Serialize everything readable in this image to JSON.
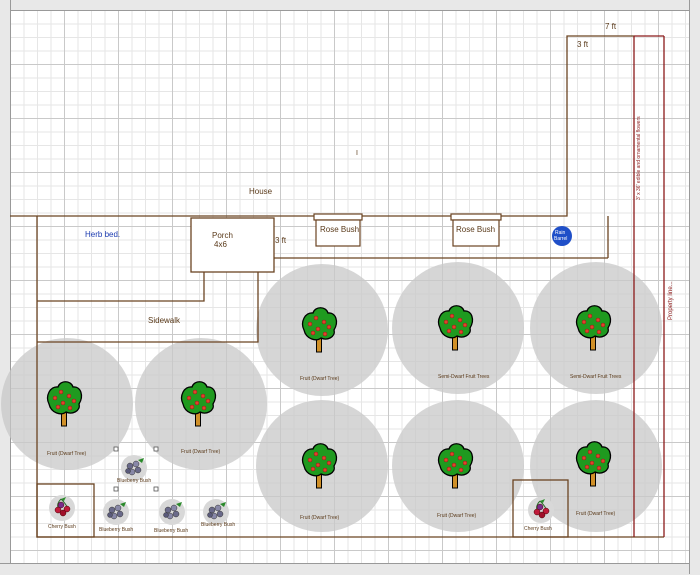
{
  "labels": {
    "house": "House",
    "herb_bed": "Herb bed.",
    "porch": "Porch",
    "porch_size": "4x6",
    "porch_gap": "3 ft",
    "sidewalk": "Sidewalk",
    "rain_barrel_1": "Rain",
    "rain_barrel_2": "Barrel",
    "top_3ft": "3 ft",
    "top_7ft": "7 ft",
    "property_line": "Property line...",
    "hedge_note": "3' x 36' edible and ornamental flowers",
    "house_mark": "I"
  },
  "rose_bushes": [
    {
      "label": "Rose Bush"
    },
    {
      "label": "Rose Bush"
    }
  ],
  "fruit_trees": [
    {
      "label": "Fruit (Dwarf Tree)"
    },
    {
      "label": "Semi-Dwarf Fruit Trees"
    },
    {
      "label": "Semi-Dwarf Fruit Trees"
    },
    {
      "label": "Fruit (Dwarf Tree)"
    },
    {
      "label": "Fruit (Dwarf Tree)"
    },
    {
      "label": "Fruit (Dwarf Tree)"
    },
    {
      "label": "Fruit (Dwarf Tree)"
    },
    {
      "label": "Fruit (Dwarf Tree)"
    }
  ],
  "blueberries": [
    {
      "label": "Blueberry Bush"
    },
    {
      "label": "Blueberry Bush"
    },
    {
      "label": "Blueberry Bush"
    },
    {
      "label": "Blueberry Bush"
    }
  ],
  "cherries": [
    {
      "label": "Cherry Bush"
    },
    {
      "label": "Cherry Bush"
    }
  ],
  "colors": {
    "wall": "#6b4422",
    "canopy": "#c8c8c8",
    "leaf": "#1f9a1f",
    "fruit": "#e0442a",
    "trunk": "#d09028",
    "rain_barrel": "#1f4fc8",
    "property": "#8b1a1a",
    "herb_text": "#1a3ab0"
  }
}
